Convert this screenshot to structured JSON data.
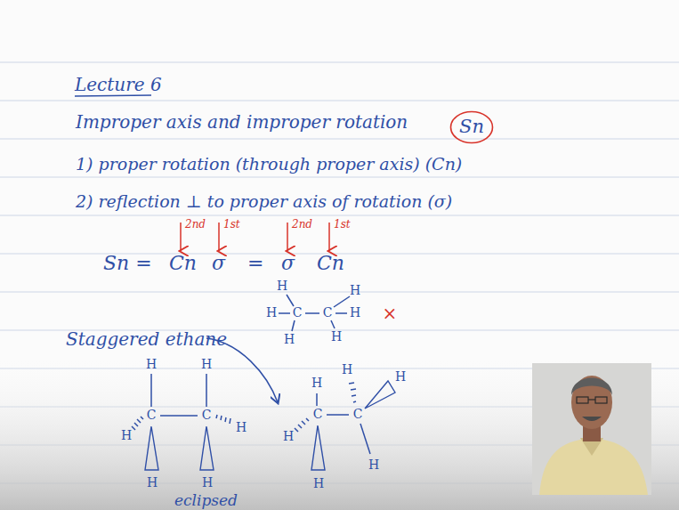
{
  "diagram": {
    "title": "Lecture 6",
    "nodes": [
      {
        "text": [
          "Sn"
        ]
      }
    ],
    "labels": [
      "Improper axis and improper rotation",
      "1) proper rotation (through proper axis) (Cn)",
      "2) reflection ⊥ to proper axis of rotation (σ)",
      "2nd",
      "1st",
      "2nd",
      "1st",
      "Sn =",
      "Cn",
      "σ",
      "=",
      "σ",
      "Cn",
      "Staggered ethane",
      "×",
      "H",
      "C",
      "C",
      "H",
      "H",
      "H",
      "H",
      "H",
      "H",
      "H",
      "C",
      "C",
      "H",
      "H",
      "H",
      "H",
      "eclipsed",
      "H",
      "C",
      "C",
      "H",
      "H",
      "H",
      "H",
      "H"
    ]
  }
}
